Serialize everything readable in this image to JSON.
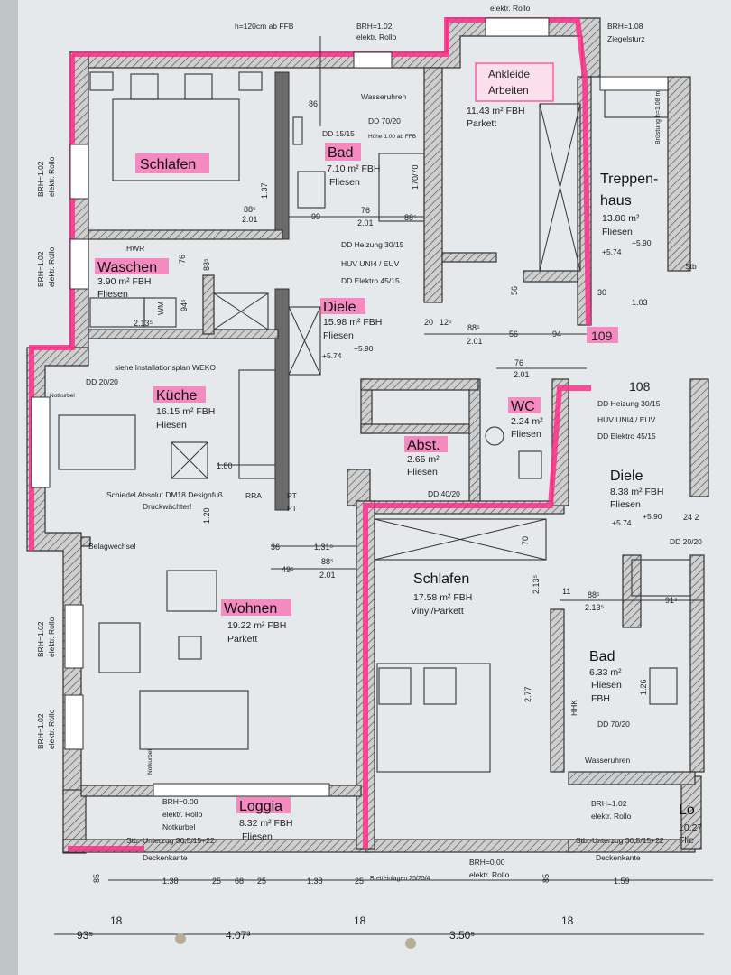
{
  "rooms": {
    "schlafen1": {
      "name": "Schlafen"
    },
    "bad1": {
      "name": "Bad",
      "area": "7.10 m² FBH",
      "floor": "Fliesen"
    },
    "ankleide": {
      "name_line1": "Ankleide",
      "name_line2": "Arbeiten",
      "area": "11.43 m² FBH",
      "floor": "Parkett"
    },
    "treppenhaus": {
      "name_line1": "Treppen-",
      "name_line2": "haus",
      "area": "13.80 m²",
      "floor": "Fliesen",
      "level1": "+5.74",
      "level2": "+5.90"
    },
    "waschen": {
      "name": "Waschen",
      "area": "3.90 m² FBH",
      "floor": "Fliesen",
      "note": "HWR"
    },
    "diele1": {
      "name": "Diele",
      "area": "15.98 m² FBH",
      "floor": "Fliesen",
      "level1": "+5.74",
      "level2": "+5.90"
    },
    "kueche": {
      "name": "Küche",
      "area": "16.15 m² FBH",
      "floor": "Fliesen"
    },
    "wc": {
      "name": "WC",
      "area": "2.24 m²",
      "floor": "Fliesen"
    },
    "abst": {
      "name": "Abst.",
      "area": "2.65 m²",
      "floor": "Fliesen"
    },
    "diele2": {
      "name": "Diele",
      "area": "8.38 m² FBH",
      "floor": "Fliesen",
      "level1": "+5.74",
      "level2": "+5.90"
    },
    "wohnen": {
      "name": "Wohnen",
      "area": "19.22 m² FBH",
      "floor": "Parkett"
    },
    "schlafen2": {
      "name": "Schlafen",
      "area": "17.58 m² FBH",
      "floor": "Vinyl/Parkett"
    },
    "bad2": {
      "name": "Bad",
      "area": "6.33 m²",
      "floor": "Fliesen",
      "note": "FBH"
    },
    "loggia": {
      "name": "Loggia",
      "area": "8.32 m² FBH",
      "floor": "Fliesen"
    },
    "log_right": {
      "name": "Lo",
      "area": "10.27",
      "floor": "Flie"
    }
  },
  "notes": {
    "top_rollo": "elektr. Rollo",
    "brh102_top": "BRH=1.02",
    "elektr_rollo": "elektr. Rollo",
    "h120": "h=120cm ab FFB",
    "brh108": "BRH=1.08",
    "ziegelsturz": "Ziegelsturz",
    "brh102": "BRH=1.02",
    "wasseruhren": "Wasseruhren",
    "dd7020": "DD 70/20",
    "dd1515": "DD 15/15",
    "hoehe": "Höhe 1.00 ab FFB",
    "dd_heizung": "DD Heizung 30/15",
    "huv": "HUV UNI4 / EUV",
    "dd_elektro": "DD Elektro 45/15",
    "installationsplan": "siehe Installationsplan WEKO",
    "dd2020": "DD 20/20",
    "notkurbel": "Notkurbel",
    "schiedel": "Schiedel Absolut DM18 Designfuß",
    "druckwaechter": "Druckwächter!",
    "rra": "RRA",
    "pt1": "PT",
    "pt2": "PT",
    "belagwechsel": "Belagwechsel",
    "dd4020": "DD 40/20",
    "marker109": "109",
    "marker108": "108",
    "bruestung": "Brüstung h=1.08 m",
    "brh000": "BRH=0.00",
    "notkurbel2": "Notkurbel",
    "stb_unterzug": "Stb.-Unterzug 36,5/15+22",
    "deckenkante": "Deckenkante",
    "bretteinlagen": "Bretteinlagen 25/25/4",
    "brh000b": "BRH=0.00",
    "elektr_rollo_b": "elektr. Rollo",
    "hhk": "HHK",
    "wm": "WM",
    "dd_heizung2": "DD Heizung 30/15",
    "huv2": "HUV UNI4 / EUV",
    "dd_elektro2": "DD Elektro 45/15",
    "dd2020b": "DD 20/20",
    "stb": "Stb"
  },
  "dimensions": {
    "d86": "86",
    "d88_201a": "88⁵",
    "d201a": "2.01",
    "d99": "99",
    "d76": "76",
    "d201b": "2.01",
    "d88b": "88⁵",
    "d170": "170/70",
    "d137": "1.37",
    "d76b": "76",
    "d94": "94⁵",
    "d213": "2.13⁵",
    "d885c": "88⁵",
    "d20": "20",
    "d12": "12⁵",
    "d885d": "88⁵",
    "d201c": "2.01",
    "d56": "56",
    "d94b": "94",
    "d30": "30",
    "d103": "1.03",
    "d180": "1.80",
    "d120": "1.20",
    "d36": "36",
    "d131": "1.31⁵",
    "d495": "49⁵",
    "d885e": "88⁵",
    "d201d": "2.01",
    "d70": "70",
    "d213b": "2.13⁵",
    "d277": "2.77",
    "d11": "11",
    "d885f": "88⁵",
    "d213c": "2.13⁵",
    "d915": "91⁵",
    "d126": "1.26",
    "d85a": "85",
    "d138": "1.38",
    "d25a": "25",
    "d68": "68",
    "d25b": "25",
    "d138b": "1.38",
    "d25c": "25",
    "d85b": "85",
    "d159": "1.59",
    "d935": "93⁵",
    "d18a": "18",
    "d407": "4.07³",
    "d18b": "18",
    "d350": "3.50⁵",
    "d18c": "18",
    "d76c": "76",
    "d201e": "2.01",
    "d56b": "56",
    "d245": "24 2"
  }
}
